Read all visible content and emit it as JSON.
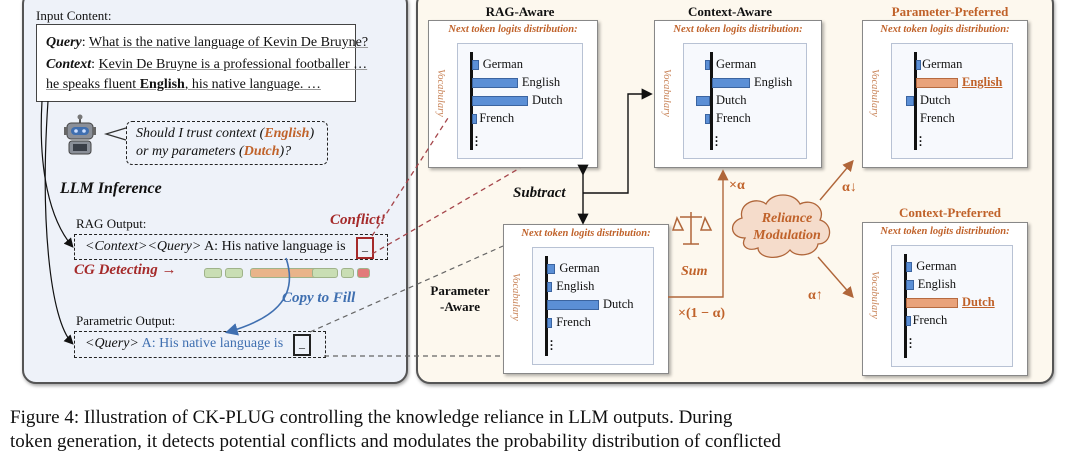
{
  "left_panel": {
    "input_label": "Input Content:",
    "query_label": "Query",
    "query_text": "What is the native language of Kevin De Bruyne?",
    "context_label": "Context",
    "context_line1": "Kevin De Bruyne is a professional footballer …",
    "context_line2_pre": "he speaks fluent ",
    "context_line2_bold": "English",
    "context_line2_post": ", his native language. …",
    "thought_pre": "Should I trust context (",
    "thought_context_answer": "English",
    "thought_mid": ")",
    "thought_line2_pre": "or my parameters (",
    "thought_param_answer": "Dutch",
    "thought_line2_post": ")?",
    "llm_inference": "LLM Inference",
    "rag_output_label": "RAG Output:",
    "conflict_label": "Conflict!",
    "rag_context_tag": "<Context>",
    "rag_query_tag": "<Query>",
    "rag_answer_text": " A: His native language is ",
    "blank_token": "_",
    "cg_detecting": "CG Detecting →",
    "copy_to_fill": "Copy to Fill",
    "parametric_output_label": "Parametric Output:",
    "param_query_tag": "<Query>",
    "param_answer_text": " A: His native language is ",
    "cg_segments": [
      {
        "status": "consistent",
        "color": "#c9deb4"
      },
      {
        "status": "consistent",
        "color": "#c9deb4"
      },
      {
        "status": "conflict-minor",
        "color": "#e9b48a"
      },
      {
        "status": "consistent",
        "color": "#c9deb4"
      },
      {
        "status": "consistent",
        "color": "#c9deb4"
      },
      {
        "status": "conflict",
        "color": "#e27a7a"
      }
    ]
  },
  "right_panel": {
    "subtract_label": "Subtract",
    "sum_label": "Sum",
    "times_alpha": "×α",
    "times_one_minus_alpha": "×(1 − α)",
    "cloud_line1": "Reliance",
    "cloud_line2": "Modulation",
    "alpha_down": "α↓",
    "alpha_up": "α↑",
    "card_heading": "Next token logits distribution:",
    "vocab_label": "Vocabulary",
    "distributions": {
      "rag_aware": {
        "title": "RAG-Aware",
        "tokens": [
          {
            "label": "German",
            "value": 0.12,
            "highlight": false
          },
          {
            "label": "English",
            "value": 0.82,
            "highlight": false
          },
          {
            "label": "Dutch",
            "value": 1.0,
            "highlight": false
          },
          {
            "label": "French",
            "value": 0.06,
            "highlight": false
          }
        ]
      },
      "context_aware": {
        "title": "Context-Aware",
        "tokens": [
          {
            "label": "German",
            "value": -0.07,
            "highlight": false
          },
          {
            "label": "English",
            "value": 0.95,
            "highlight": false
          },
          {
            "label": "Dutch",
            "value": -0.35,
            "highlight": false
          },
          {
            "label": "French",
            "value": -0.07,
            "highlight": false
          }
        ]
      },
      "parameter_aware": {
        "title": "Parameter-Aware",
        "title_line1": "Parameter",
        "title_line2": "-Aware",
        "tokens": [
          {
            "label": "German",
            "value": 0.16,
            "highlight": false
          },
          {
            "label": "English",
            "value": 0.1,
            "highlight": false
          },
          {
            "label": "Dutch",
            "value": 1.0,
            "highlight": false
          },
          {
            "label": "French",
            "value": 0.1,
            "highlight": false
          }
        ]
      },
      "parameter_preferred": {
        "title": "Parameter-Preferred",
        "tokens": [
          {
            "label": "German",
            "value": 0.05,
            "highlight": false
          },
          {
            "label": "English",
            "value": 1.0,
            "highlight": true
          },
          {
            "label": "Dutch",
            "value": -0.2,
            "highlight": false
          },
          {
            "label": "French",
            "value": 0.0,
            "highlight": false
          }
        ]
      },
      "context_preferred": {
        "title": "Context-Preferred",
        "tokens": [
          {
            "label": "German",
            "value": 0.12,
            "highlight": false
          },
          {
            "label": "English",
            "value": 0.15,
            "highlight": false
          },
          {
            "label": "Dutch",
            "value": 1.0,
            "highlight": true
          },
          {
            "label": "French",
            "value": 0.05,
            "highlight": false
          }
        ]
      }
    }
  },
  "caption": {
    "line1": "Figure 4: Illustration of CK-PLUG controlling the knowledge reliance in LLM outputs. During",
    "line2": "token generation, it detects potential conflicts and modulates the probability distribution of conflicted"
  },
  "colors": {
    "accent_orange": "#c0622a",
    "bar_blue": "#5b8fd6",
    "bar_highlight": "#e9a27a",
    "conflict_red": "#a52a2a",
    "copy_blue": "#3f6fb0"
  }
}
